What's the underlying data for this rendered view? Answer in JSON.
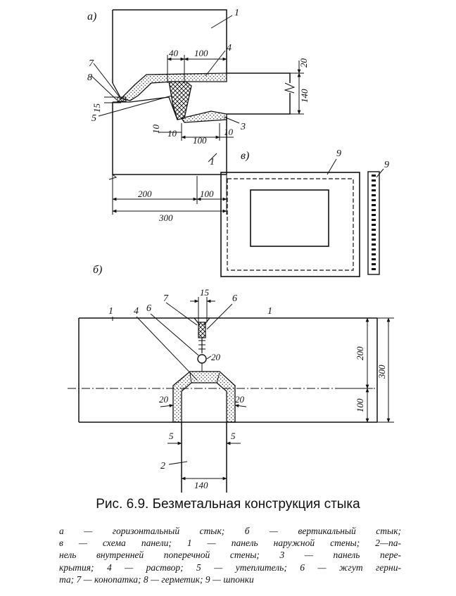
{
  "figure": {
    "section_labels": {
      "a": "а)",
      "b": "б)",
      "v": "в)"
    },
    "part_a": {
      "callouts": [
        "1",
        "7",
        "8",
        "4",
        "5",
        "3",
        "1"
      ],
      "dimensions": [
        "40",
        "100",
        "20",
        "140",
        "15",
        "10",
        "10",
        "100",
        "10",
        "200",
        "100",
        "300"
      ]
    },
    "part_v": {
      "callouts": [
        "9",
        "9"
      ]
    },
    "part_b": {
      "callouts": [
        "1",
        "4",
        "6",
        "7",
        "6",
        "1",
        "2"
      ],
      "dimensions": [
        "15",
        "20",
        "200",
        "300",
        "100",
        "20",
        "20",
        "5",
        "5",
        "140"
      ]
    }
  },
  "caption": {
    "title": "Рис. 6.9. Безметальная конструкция стыка",
    "lines": [
      "а — горизонтальный стык; б — вертикальный стык;",
      "в — схема панели; 1 — панель наружной стены; 2—па-",
      "нель внутренней поперечной стены; 3 — панель пере-",
      "крытия; 4 — раствор; 5 — утеплитель; 6 — жгут герни-",
      "та; 7 — конопатка; 8 — герметик; 9 — шпонки"
    ]
  }
}
